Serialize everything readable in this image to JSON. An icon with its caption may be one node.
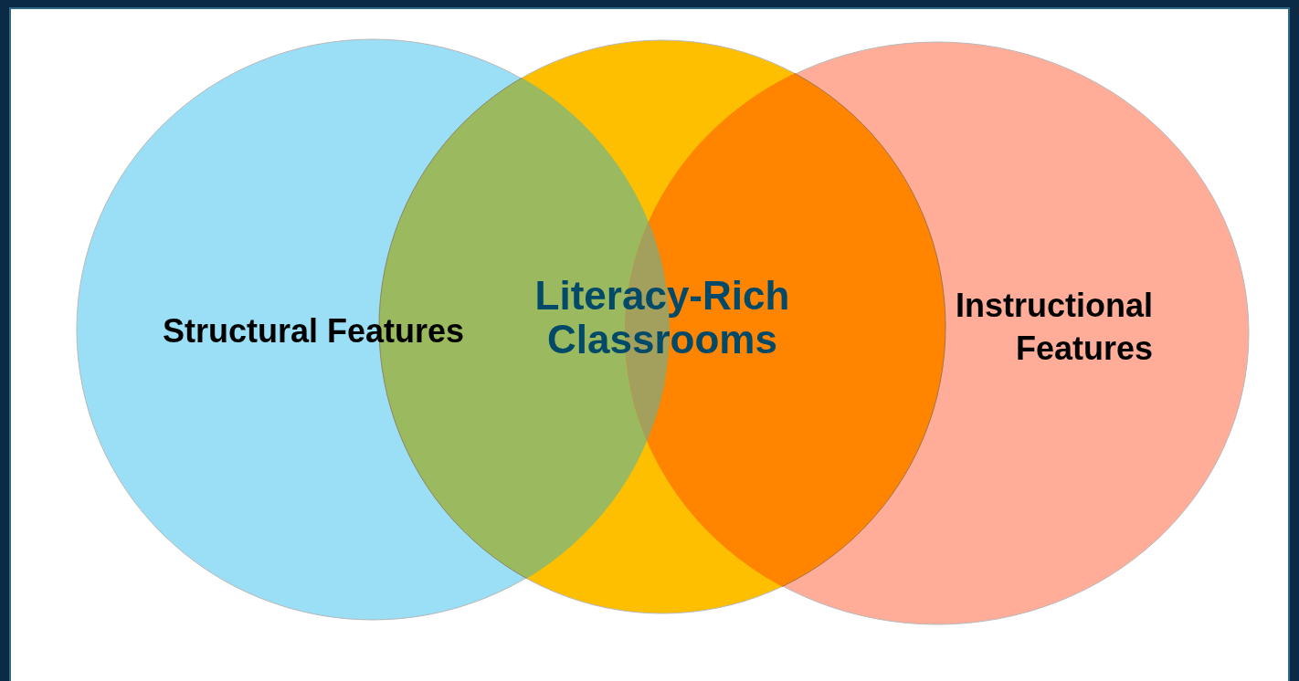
{
  "diagram": {
    "nodes": [
      {
        "text": [
          "Structural Features"
        ]
      },
      {
        "text": [
          "Literacy-Rich Classrooms"
        ]
      },
      {
        "text": [
          "Instructional Features"
        ]
      }
    ],
    "edges": []
  }
}
